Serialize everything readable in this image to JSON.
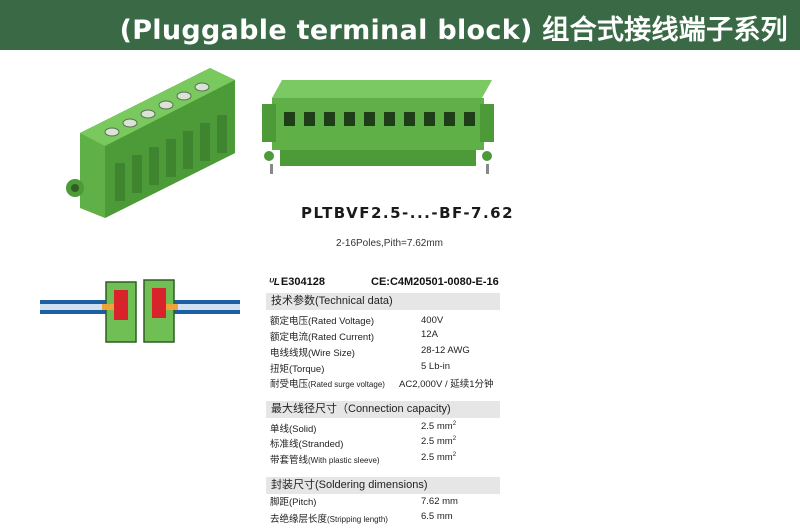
{
  "header": {
    "title": "(Pluggable terminal block) 组合式接线端子系列",
    "bar_color": "#3a6a45"
  },
  "product": {
    "model": "PLTBVF2.5-...-BF-7.62",
    "spec_line": "2-16Poles,Pith=7.62mm",
    "body_color": "#62b54a"
  },
  "certs": {
    "ul": "E304128",
    "ce": "CE:C4M20501-0080-E-16"
  },
  "technical": {
    "heading": "技术参数(Technical data)",
    "rows": [
      {
        "label": "额定电压(Rated Voltage)",
        "label_small": "",
        "value": "400V"
      },
      {
        "label": "额定电流(Rated Current)",
        "label_small": "",
        "value": "12A"
      },
      {
        "label": "电线线规(Wire Size)",
        "label_small": "",
        "value": "28-12 AWG"
      },
      {
        "label": "扭矩(Torque)",
        "label_small": "",
        "value": "5 Lb-in"
      },
      {
        "label": "耐受电压",
        "label_small": "(Rated surge voltage)",
        "value": "AC2,000V / 延续1分钟"
      }
    ]
  },
  "connection": {
    "heading": "最大线径尺寸（Connection capacity)",
    "rows": [
      {
        "label": "单线(Solid)",
        "label_small": "",
        "value": "2.5 mm",
        "sup": "2"
      },
      {
        "label": "标准线(Stranded)",
        "label_small": "",
        "value": "2.5 mm",
        "sup": "2"
      },
      {
        "label": "带套管线",
        "label_small": "(With plastic sleeve)",
        "value": "2.5 mm",
        "sup": "2"
      }
    ]
  },
  "soldering": {
    "heading": "封装尺寸(Soldering dimensions)",
    "rows": [
      {
        "label": "脚距(Pitch)",
        "label_small": "",
        "value": "7.62  mm"
      },
      {
        "label": "去绝缘层长度",
        "label_small": "(Stripping length)",
        "value": "6.5 mm"
      }
    ]
  }
}
